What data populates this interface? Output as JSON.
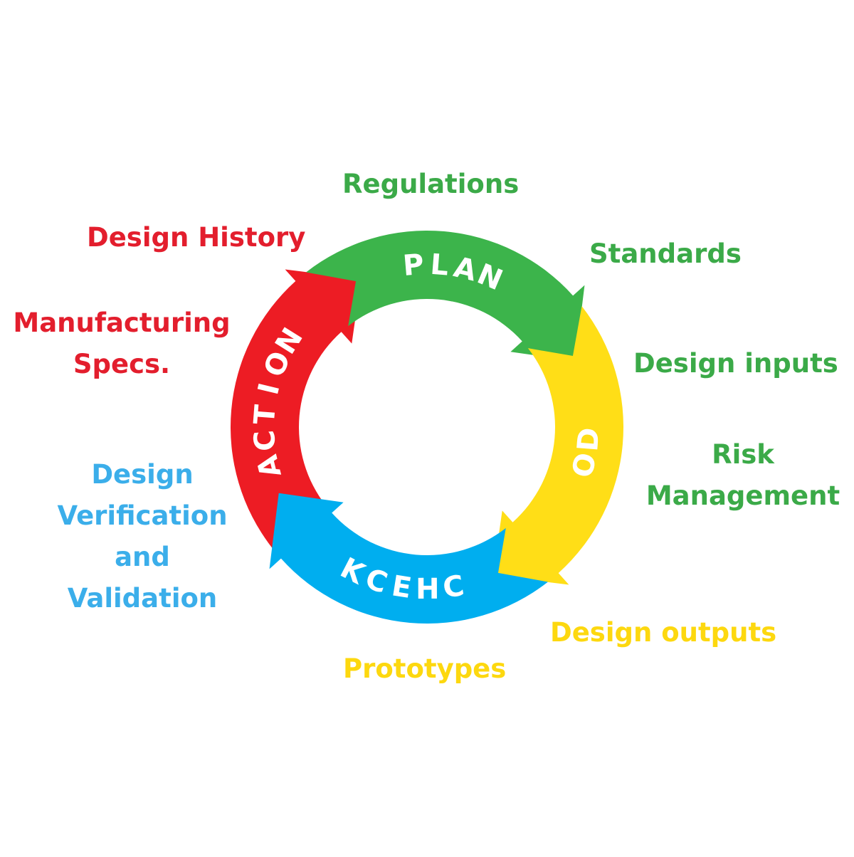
{
  "phases": {
    "action": {
      "label": "ACTION",
      "color": "#ED1C24"
    },
    "plan": {
      "label": "PLAN",
      "color": "#3CB44B"
    },
    "do": {
      "label": "DO",
      "color": "#FFDE17"
    },
    "check": {
      "label": "CHECK",
      "color": "#00AEEF"
    }
  },
  "annotations": {
    "action": [
      "Design History",
      "Manufacturing",
      "Specs."
    ],
    "plan": [
      "Regulations",
      "Standards",
      "Design inputs",
      "Risk",
      "Management"
    ],
    "do": [
      "Design outputs",
      "Prototypes"
    ],
    "check": [
      "Design",
      "Verification",
      "and",
      "Validation"
    ]
  },
  "colors": {
    "action_text": "#E31E2D",
    "plan_text": "#3BAA48",
    "do_text": "#FDD80F",
    "check_text": "#3BAEEA"
  }
}
